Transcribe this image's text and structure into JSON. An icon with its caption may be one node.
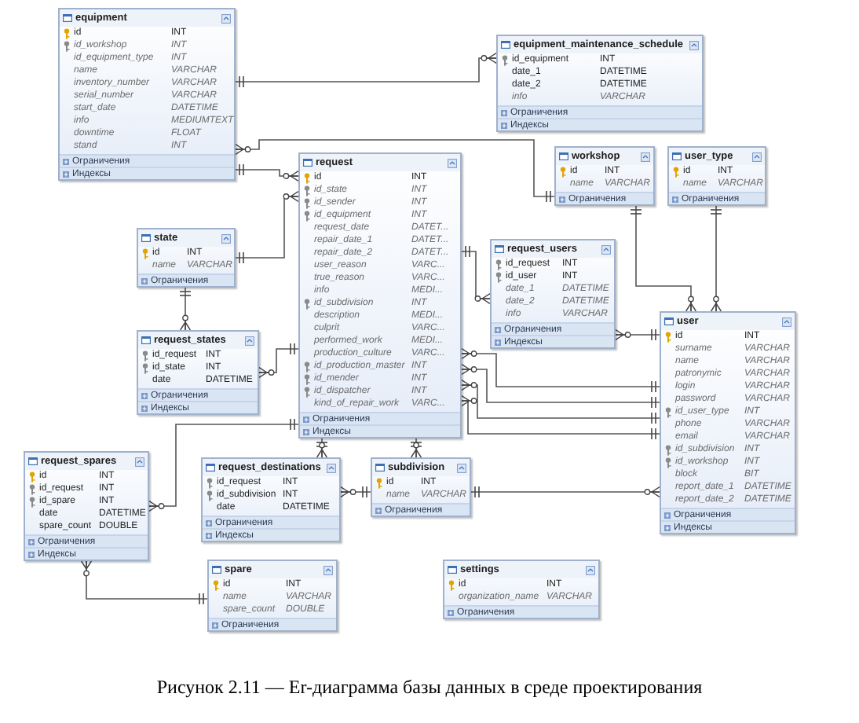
{
  "diagram": {
    "caption": "Рисунок 2.11 — Er-диаграмма базы данных в среде проектирования",
    "nodes": [
      {
        "text": [
          "equipment",
          "id",
          "INT",
          "id_workshop",
          "INT",
          "id_equipment_type",
          "INT",
          "name",
          "VARCHAR",
          "inventory_number",
          "VARCHAR",
          "serial_number",
          "VARCHAR",
          "start_date",
          "DATETIME",
          "info",
          "MEDIUMTEXT",
          "downtime",
          "FLOAT",
          "stand",
          "INT",
          "Ограничения",
          "Индексы"
        ]
      },
      {
        "text": [
          "equipment_maintenance_schedule",
          "id_equipment",
          "INT",
          "date_1",
          "DATETIME",
          "date_2",
          "DATETIME",
          "info",
          "VARCHAR",
          "Ограничения",
          "Индексы"
        ]
      },
      {
        "text": [
          "request",
          "id",
          "INT",
          "id_state",
          "INT",
          "id_sender",
          "INT",
          "id_equipment",
          "INT",
          "request_date",
          "DATET...",
          "repair_date_1",
          "DATET...",
          "repair_date_2",
          "DATET...",
          "user_reason",
          "VARC...",
          "true_reason",
          "VARC...",
          "info",
          "MEDI...",
          "id_subdivision",
          "INT",
          "description",
          "MEDI...",
          "culprit",
          "VARC...",
          "performed_work",
          "MEDI...",
          "production_culture",
          "VARC...",
          "id_production_master",
          "INT",
          "id_mender",
          "INT",
          "id_dispatcher",
          "INT",
          "kind_of_repair_work",
          "VARC...",
          "Ограничения",
          "Индексы"
        ]
      },
      {
        "text": [
          "workshop",
          "id",
          "INT",
          "name",
          "VARCHAR",
          "Ограничения"
        ]
      },
      {
        "text": [
          "user_type",
          "id",
          "INT",
          "name",
          "VARCHAR",
          "Ограничения"
        ]
      },
      {
        "text": [
          "state",
          "id",
          "INT",
          "name",
          "VARCHAR",
          "Ограничения"
        ]
      },
      {
        "text": [
          "request_users",
          "id_request",
          "INT",
          "id_user",
          "INT",
          "date_1",
          "DATETIME",
          "date_2",
          "DATETIME",
          "info",
          "VARCHAR",
          "Ограничения",
          "Индексы"
        ]
      },
      {
        "text": [
          "request_states",
          "id_request",
          "INT",
          "id_state",
          "INT",
          "date",
          "DATETIME",
          "Ограничения",
          "Индексы"
        ]
      },
      {
        "text": [
          "user",
          "id",
          "INT",
          "surname",
          "VARCHAR",
          "name",
          "VARCHAR",
          "patronymic",
          "VARCHAR",
          "login",
          "VARCHAR",
          "password",
          "VARCHAR",
          "id_user_type",
          "INT",
          "phone",
          "VARCHAR",
          "email",
          "VARCHAR",
          "id_subdivision",
          "INT",
          "id_workshop",
          "INT",
          "block",
          "BIT",
          "report_date_1",
          "DATETIME",
          "report_date_2",
          "DATETIME",
          "Ограничения",
          "Индексы"
        ]
      },
      {
        "text": [
          "request_spares",
          "id",
          "INT",
          "id_request",
          "INT",
          "id_spare",
          "INT",
          "date",
          "DATETIME",
          "spare_count",
          "DOUBLE",
          "Ограничения",
          "Индексы"
        ]
      },
      {
        "text": [
          "request_destinations",
          "id_request",
          "INT",
          "id_subdivision",
          "INT",
          "date",
          "DATETIME",
          "Ограничения",
          "Индексы"
        ]
      },
      {
        "text": [
          "subdivision",
          "id",
          "INT",
          "name",
          "VARCHAR",
          "Ограничения"
        ]
      },
      {
        "text": [
          "spare",
          "id",
          "INT",
          "name",
          "VARCHAR",
          "spare_count",
          "DOUBLE",
          "Ограничения"
        ]
      },
      {
        "text": [
          "settings",
          "id",
          "INT",
          "organization_name",
          "VARCHAR",
          "Ограничения"
        ]
      }
    ],
    "edges": [
      {
        "from": 0,
        "to": 1,
        "arrow": "other"
      },
      {
        "from": 3,
        "to": 0,
        "arrow": "other"
      },
      {
        "from": 0,
        "to": 2,
        "arrow": "other"
      },
      {
        "from": 5,
        "to": 2,
        "arrow": "other"
      },
      {
        "from": 5,
        "to": 7,
        "arrow": "other"
      },
      {
        "from": 2,
        "to": 7,
        "arrow": "other"
      },
      {
        "from": 2,
        "to": 9,
        "arrow": "other"
      },
      {
        "from": 2,
        "to": 6,
        "arrow": "other"
      },
      {
        "from": 2,
        "to": 10,
        "arrow": "other"
      },
      {
        "from": 11,
        "to": 10,
        "arrow": "other"
      },
      {
        "from": 2,
        "to": 11,
        "arrow": "other"
      },
      {
        "from": 8,
        "to": 2,
        "arrow": "other"
      },
      {
        "from": 8,
        "to": 2,
        "arrow": "other"
      },
      {
        "from": 8,
        "to": 2,
        "arrow": "other"
      },
      {
        "from": 8,
        "to": 2,
        "arrow": "other"
      },
      {
        "from": 8,
        "to": 6,
        "arrow": "other"
      },
      {
        "from": 3,
        "to": 8,
        "arrow": "other"
      },
      {
        "from": 4,
        "to": 8,
        "arrow": "other"
      },
      {
        "from": 11,
        "to": 8,
        "arrow": "other"
      },
      {
        "from": 12,
        "to": 9,
        "arrow": "other"
      }
    ]
  }
}
